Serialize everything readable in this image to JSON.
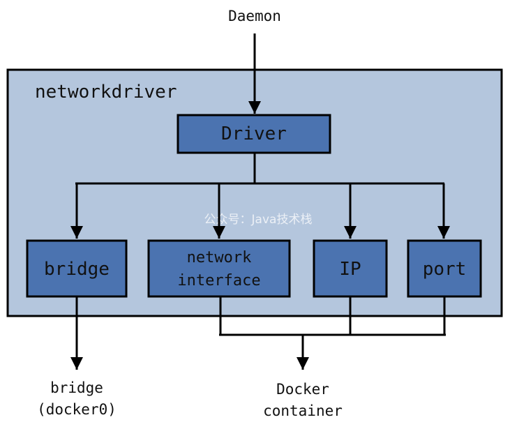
{
  "colors": {
    "container_fill": "#b4c6dd",
    "box_fill": "#4b73b0",
    "stroke": "#000000"
  },
  "diagram": {
    "top_label": "Daemon",
    "container_label": "networkdriver",
    "driver_label": "Driver",
    "components": [
      {
        "lines": [
          "bridge"
        ]
      },
      {
        "lines": [
          "network",
          "interface"
        ]
      },
      {
        "lines": [
          "IP"
        ]
      },
      {
        "lines": [
          "port"
        ]
      }
    ],
    "bridge_output": [
      "bridge",
      "(docker0)"
    ],
    "docker_output": [
      "Docker",
      "container"
    ],
    "watermark": "公众号：Java技术栈"
  }
}
